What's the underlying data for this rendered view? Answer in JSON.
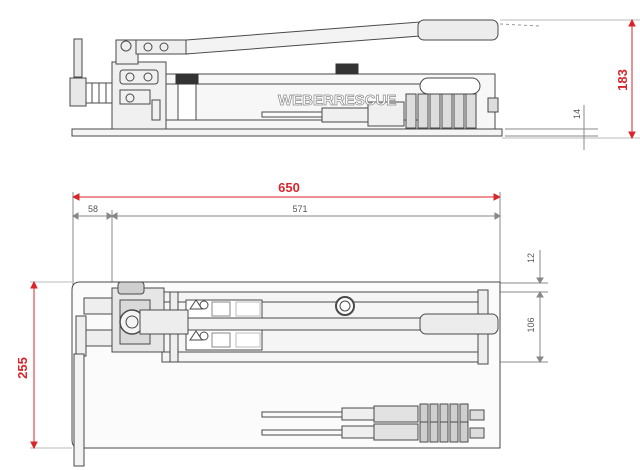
{
  "side_view": {
    "brand": "WEBERRESCUE",
    "dim_height": "183",
    "dim_base": "14"
  },
  "top_view": {
    "dim_total_length": "650",
    "dim_offset": "58",
    "dim_length": "571",
    "dim_width": "255",
    "dim_gap": "12",
    "dim_handle": "106"
  },
  "colors": {
    "line": "#4a4a4a",
    "dimension_red": "#d8262b",
    "dimension_gray": "#888888",
    "body_fill": "#f4f4f4"
  }
}
